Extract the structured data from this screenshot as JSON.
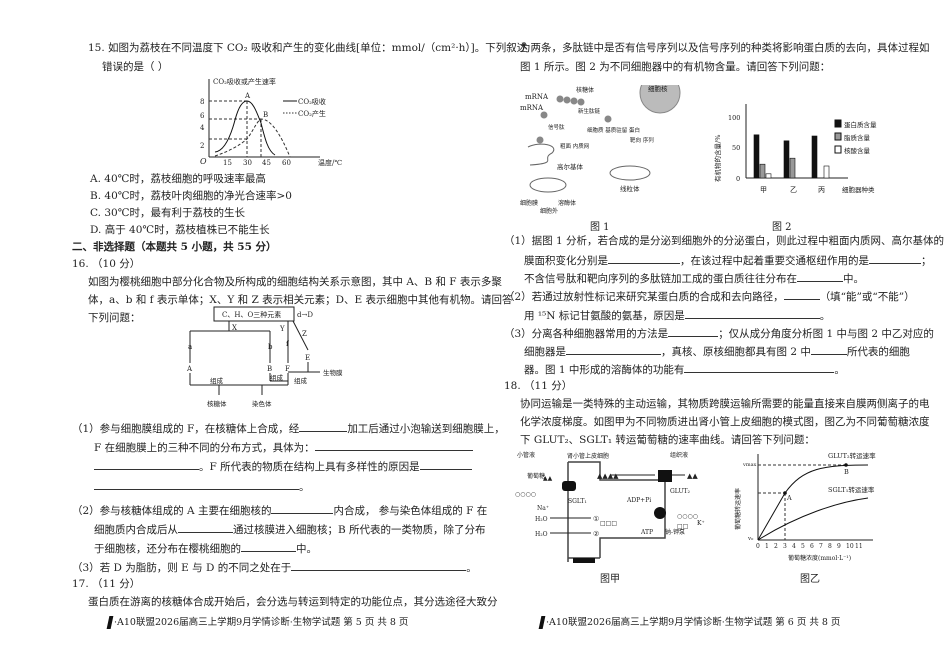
{
  "left": {
    "q15": {
      "line1": "15.  如图为荔枝在不同温度下 CO₂ 吸收和产生的变化曲线[单位：mmol/（cm²·h）]。下列叙述",
      "line2": "错误的是（        ）",
      "chart": {
        "ylabel": "CO₂吸收或产生速率",
        "xlabel": "温度/℃",
        "origin": "O",
        "yticks": [
          "2",
          "4",
          "6",
          "8"
        ],
        "xticks": [
          "15",
          "30",
          "45",
          "60"
        ],
        "point_a": "A",
        "point_b": "B",
        "legend_absorb": "CO₂吸收",
        "legend_produce": "CO₂产生"
      },
      "options": [
        "A.  40℃时，荔枝细胞的呼吸速率最高",
        "B.  40℃时，荔枝叶肉细胞的净光合速率>0",
        "C.  30℃时，最有利于荔枝的生长",
        "D.  高于 40℃时，荔枝植株已不能生长"
      ]
    },
    "section2": "二、非选择题（本题共 5 小题，共 55 分）",
    "q16": {
      "head": "16.  （10 分）",
      "p1": "如图为樱桃细胞中部分化合物及所构成的细胞结构关系示意图，其中 A、B 和 F 表示多聚",
      "p2": "体，a、b 和 f 表示单体；X、Y 和 Z 表示相关元素；D、E 表示细胞中其他有机物。请回答",
      "p3": "下列问题：",
      "diagram": {
        "box": "C、H、O三种元素",
        "d_to_D": "d→D",
        "X": "X",
        "Y": "Y",
        "Z": "Z",
        "a": "a",
        "b": "b",
        "f": "f",
        "A": "A",
        "B": "B",
        "F": "F",
        "E": "E",
        "compose1": "组成",
        "compose2": "组成",
        "compose3": "组成",
        "membrane": "生物膜",
        "ribosome": "核糖体",
        "chromosome": "染色体"
      },
      "s1a": "（1）参与细胞膜组成的 F，在核糖体上合成，经",
      "s1b": "加工后通过小泡输送到细胞膜上，",
      "s1c": "F 在细胞膜上的三种不同的分布方式，具体为：",
      "s1d": "。F 所代表的物质在结构上具有多样性的原因是",
      "s1e": "。",
      "s2a": "（2）参与核糖体组成的 A 主要在细胞核的",
      "s2b": "内合成， 参与染色体组成的 F 在",
      "s2c": "细胞质内合成后从",
      "s2d": "通过核膜进入细胞核；B 所代表的一类物质，除了分布",
      "s2e": "于细胞核，还分布在樱桃细胞的",
      "s2f": "中。",
      "s3a": "（3）若 D 为脂肪，则 E 与 D 的不同之处在于",
      "s3b": "。"
    },
    "q17": {
      "head": "17.  （11 分）",
      "p1": "蛋白质在游离的核糖体合成开始后，会分选与转运到特定的功能位点，其分选途径大致分"
    },
    "footer": "·A10联盟2026届高三上学期9月学情诊断·生物学试题  第 5 页   共 8 页"
  },
  "right": {
    "q17": {
      "p2": "为两条，多肽链中是否有信号序列以及信号序列的种类将影响蛋白质的去向，具体过程如",
      "p3": "图 1 所示。图 2 为不同细胞器中的有机物含量。请回答下列问题：",
      "fig1": {
        "mrna1": "mRNA",
        "mrna2": "mRNA",
        "ribosome": "核糖体",
        "nucleus": "细胞核",
        "new_chain": "新生肽链",
        "signal": "信号肽",
        "cytosol_protein": "细胞质\n基质驻留\n蛋白",
        "rough_er": "粗面\n内质网",
        "target_seq": "靶向\n序列",
        "golgi": "高尔基体",
        "mito": "线粒体",
        "membrane": "细胞膜",
        "lysosome": "溶酶体",
        "outside": "细胞外",
        "caption": "图 1"
      },
      "fig2": {
        "ylabel": "有机物的含量/%",
        "xlabel": "细胞器种类",
        "yticks": [
          "0",
          "50",
          "100"
        ],
        "categories": [
          "甲",
          "乙",
          "丙"
        ],
        "series": [
          {
            "name": "蛋白质含量",
            "values": [
              72,
              62,
              70
            ],
            "color": "#111111"
          },
          {
            "name": "脂质含量",
            "values": [
              23,
              33,
              0
            ],
            "color": "#999999"
          },
          {
            "name": "核酸含量",
            "values": [
              7,
              0,
              20
            ],
            "color": "#ffffff"
          }
        ],
        "caption": "图 2"
      },
      "s1a": "（1）据图 1 分析，若合成的是分泌到细胞外的分泌蛋白，则此过程中粗面内质网、高尔基体的",
      "s1b": "膜面积变化分别是",
      "s1c": "，在该过程中起着重要交通枢纽作用的是",
      "s1d": "；",
      "s1e": "不含信号肽和靶向序列的多肽链加工成的蛋白质往往分布在",
      "s1f": "中。",
      "s2a": "（2）若通过放射性标记来研究某蛋白质的合成和去向路径，",
      "s2b": "（填“能”或“不能”）",
      "s2c": "用 ¹⁵N 标记甘氨酸的氨基，原因是",
      "s2d": "。",
      "s3a": "（3）分离各种细胞器常用的方法是",
      "s3b": "；仅从成分角度分析图 1 中与图 2 中乙对应的",
      "s3c": "细胞器是",
      "s3d": "，真核、原核细胞都具有图 2 中",
      "s3e": "所代表的细胞",
      "s3f": "器。图 1 中形成的溶酶体的功能有",
      "s3g": "。"
    },
    "q18": {
      "head": "18.  （11 分）",
      "p1": "协同运输是一类特殊的主动运输，其物质跨膜运输所需要的能量直接来自膜两侧离子的电",
      "p2": "化学浓度梯度。如图甲为不同物质进出肾小管上皮细胞的模式图，图乙为不同葡萄糖浓度",
      "p3": "下 GLUT₂、SGLT₁ 转运葡萄糖的速率曲线。请回答下列问题：",
      "figA": {
        "lumen": "小管液",
        "cell": "肾小管上皮细胞",
        "tissue": "组织液",
        "glucose": "葡萄糖",
        "na": "Na⁺",
        "sglt": "SGLT₁",
        "glut": "GLUT₂",
        "adp": "ADP+Pi",
        "atp": "ATP",
        "k": "K⁺",
        "pump": "钠-钾泵",
        "h2o1": "H₂O",
        "h2o2": "H₂O",
        "c1": "①",
        "c2": "②",
        "caption": "图甲"
      },
      "figB": {
        "ylabel": "葡萄糖转运速率",
        "xlabel": "葡萄糖浓度(mmol·L⁻¹)",
        "vmax": "vmax",
        "v0": "v₀",
        "xticks": [
          "0",
          "1",
          "2",
          "3",
          "4",
          "5",
          "6",
          "7",
          "8",
          "9",
          "10",
          "11"
        ],
        "glut_label": "GLUT₂转运速率",
        "sglt_label": "SGLT₁转运速率",
        "point_a": "A",
        "point_b": "B",
        "caption": "图乙"
      }
    },
    "footer": "·A10联盟2026届高三上学期9月学情诊断·生物学试题  第 6 页   共 8 页"
  }
}
